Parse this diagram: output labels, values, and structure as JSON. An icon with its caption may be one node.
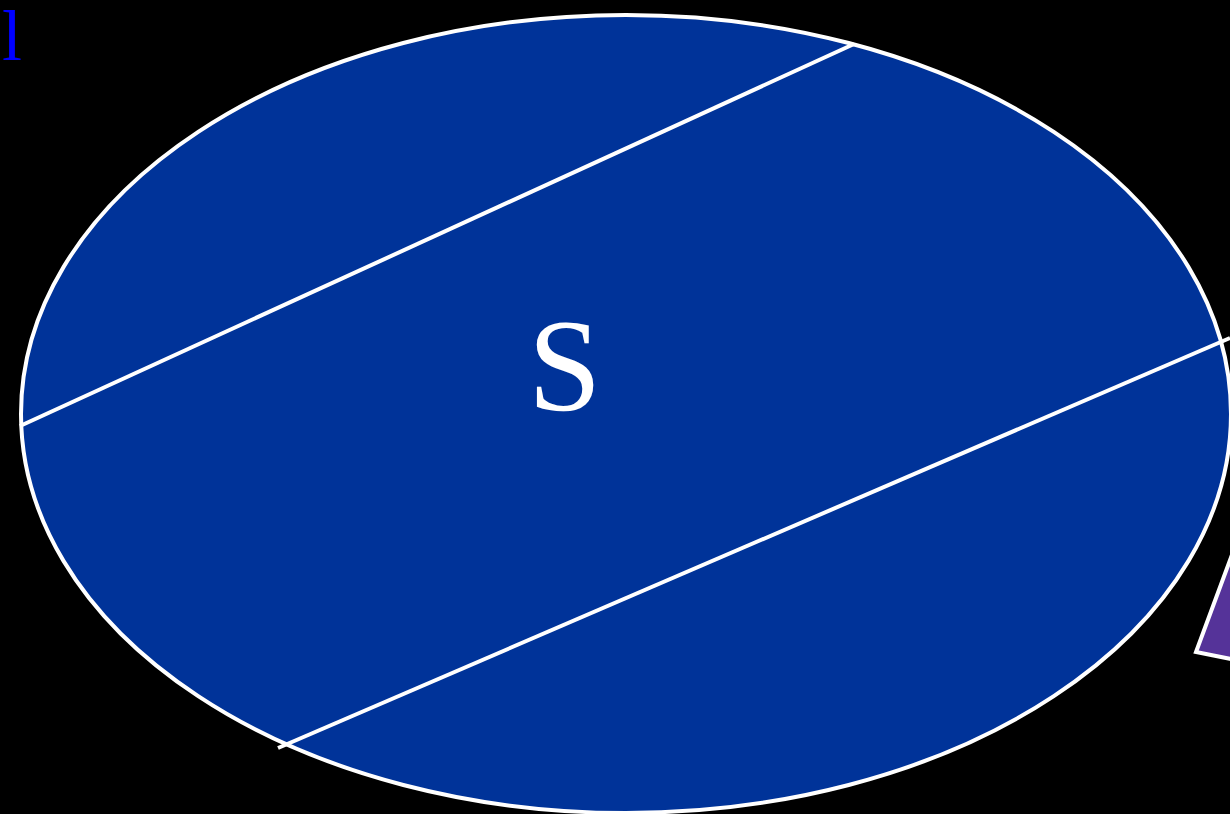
{
  "diagram": {
    "nodes": [
      {
        "text": [
          "S"
        ]
      },
      {
        "text": [],
        "shape": "box"
      }
    ],
    "labels": [
      "l"
    ]
  }
}
